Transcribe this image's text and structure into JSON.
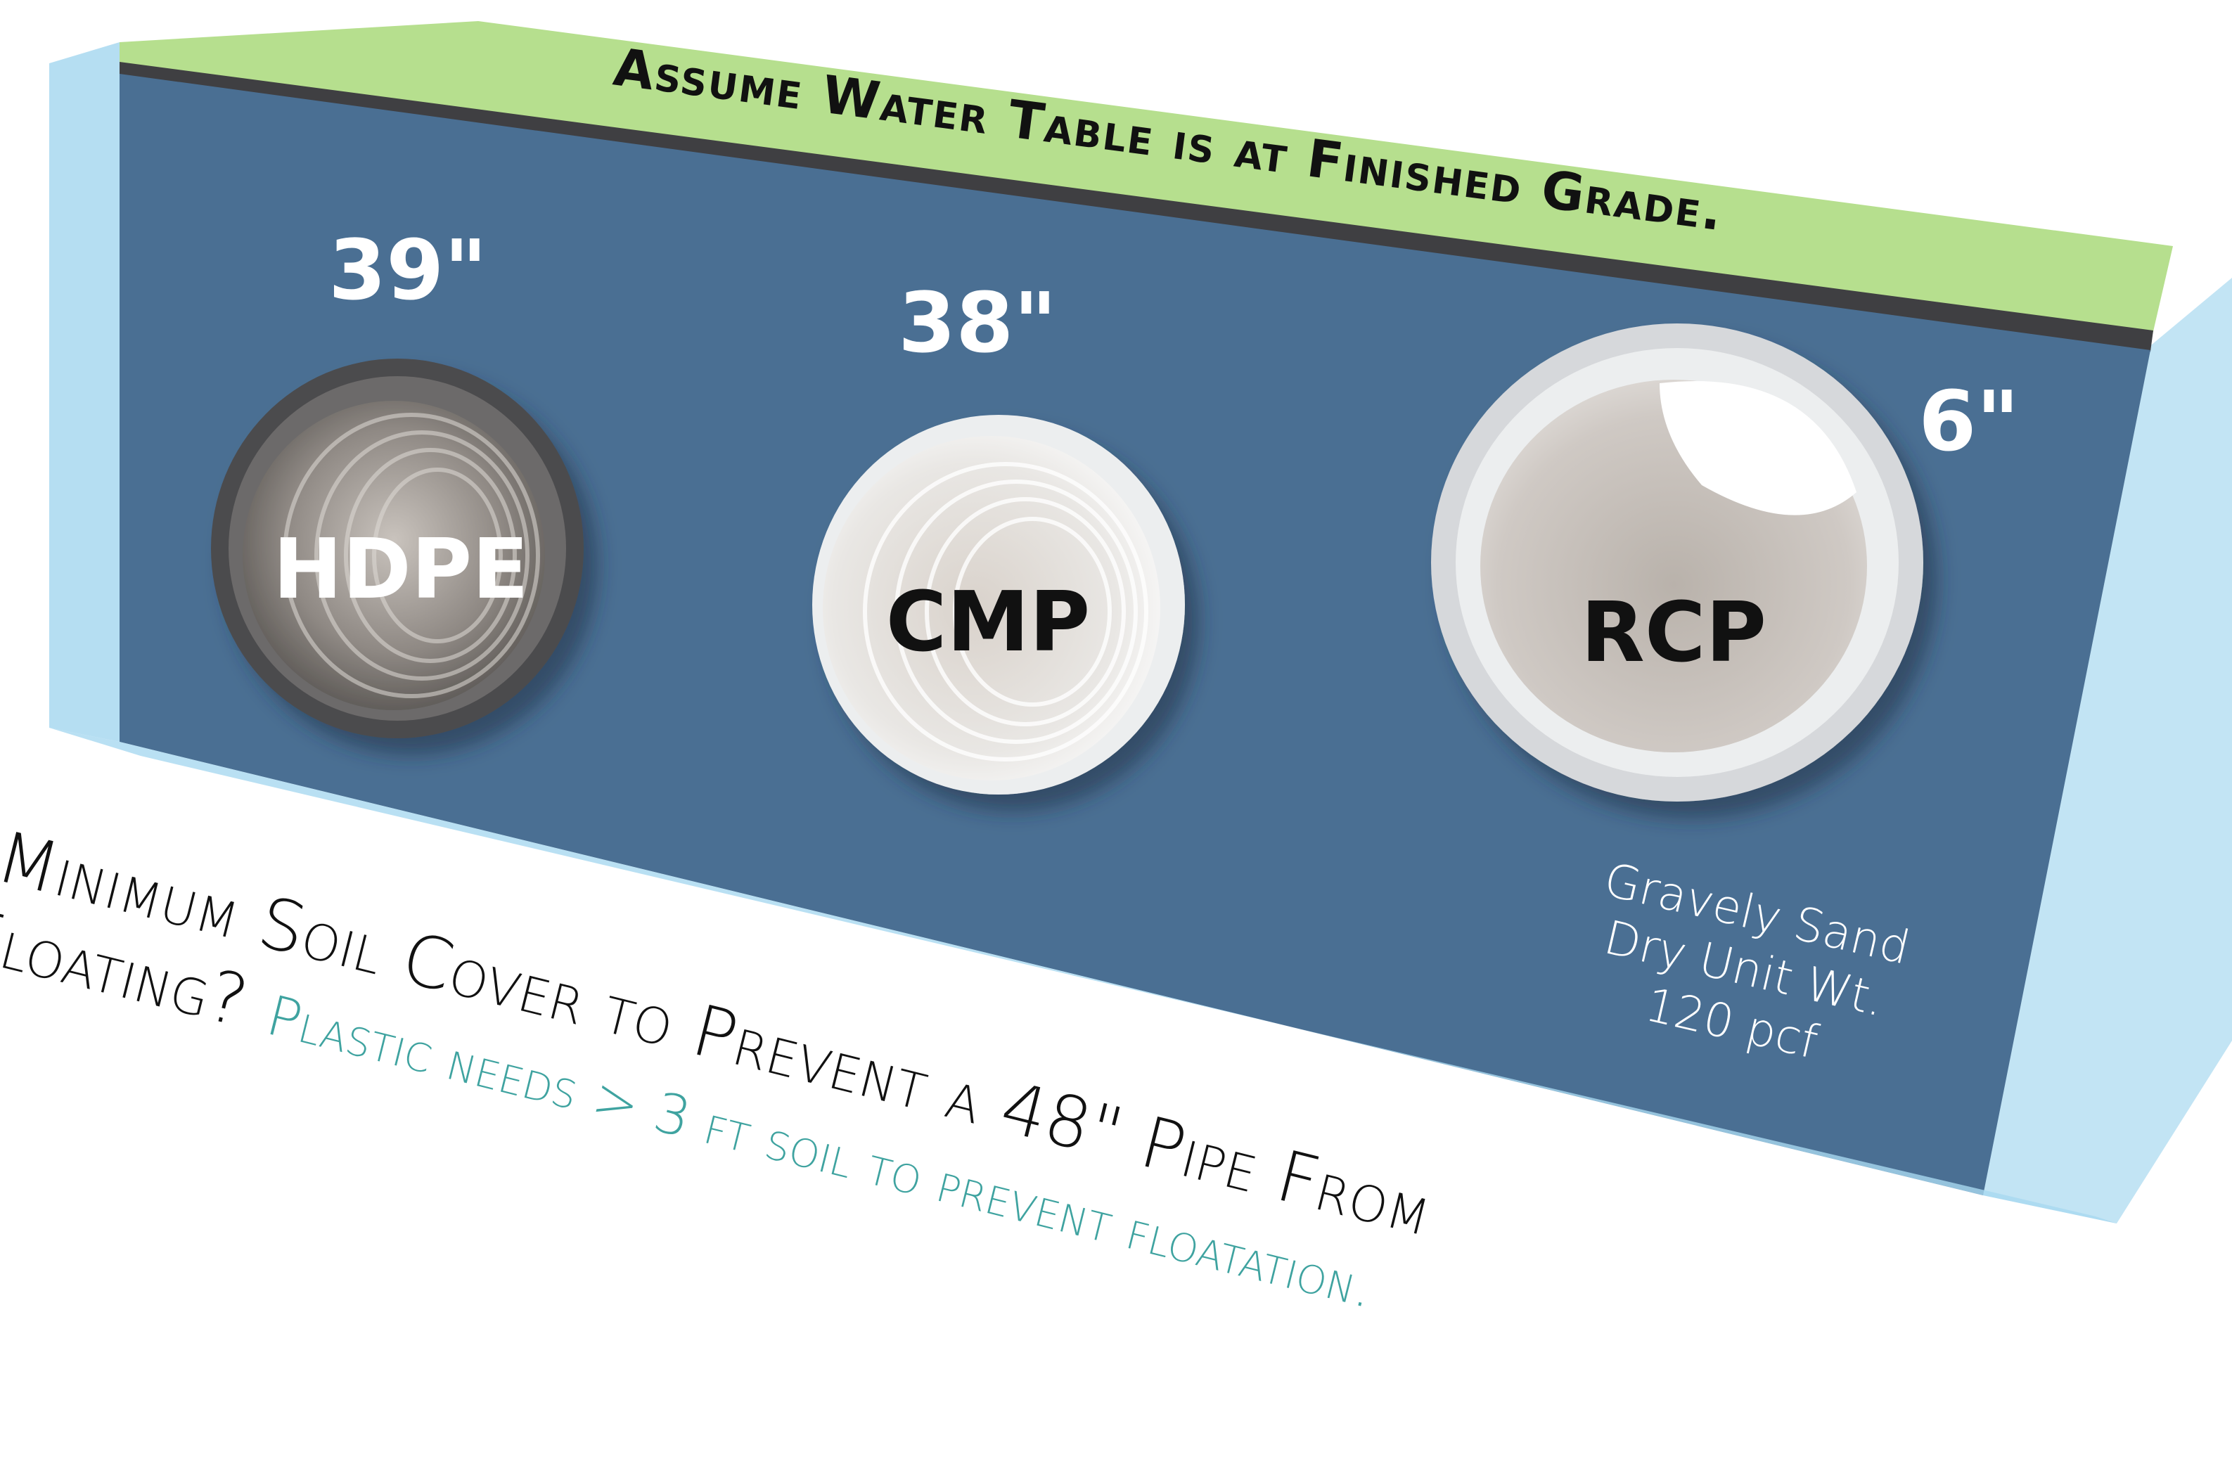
{
  "banner": {
    "text": "Assume Water Table is at Finished Grade."
  },
  "pipes": [
    {
      "label": "HDPE",
      "cover": "39\"",
      "color": "#2b2b2e"
    },
    {
      "label": "CMP",
      "cover": "38\"",
      "color": "#111111"
    },
    {
      "label": "RCP",
      "cover": "6\"",
      "color": "#111111"
    }
  ],
  "soil": {
    "line1": "Gravely Sand",
    "line2": "Dry Unit Wt.",
    "line3": "120 pcf"
  },
  "question": {
    "line1": "Minimum Soil Cover to Prevent a 48\" Pipe From",
    "line2_lead": "Floating?",
    "answer": "Plastic needs > 3 ft soil to prevent floatation."
  },
  "colors": {
    "soil_block": "#4a6f93",
    "water": "#a8d8f0",
    "grass": "#b6df8e",
    "answer_teal": "#3fa3a0"
  }
}
